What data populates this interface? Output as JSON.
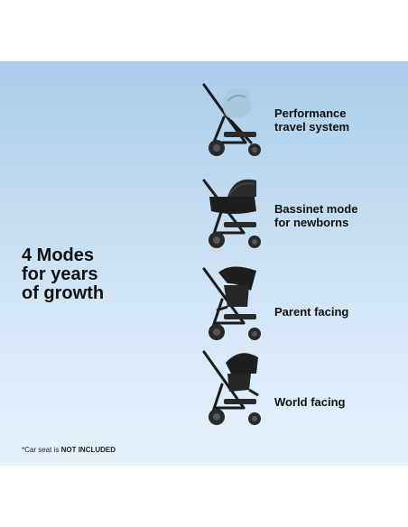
{
  "headline": [
    "4 Modes",
    "for years",
    "of growth"
  ],
  "modes": [
    {
      "lines": [
        "Performance",
        "travel system"
      ],
      "icon": "stroller-car-seat-icon"
    },
    {
      "lines": [
        "Bassinet mode",
        "for newborns"
      ],
      "icon": "stroller-bassinet-icon"
    },
    {
      "lines": [
        "Parent facing"
      ],
      "icon": "stroller-parent-facing-icon"
    },
    {
      "lines": [
        "World facing"
      ],
      "icon": "stroller-world-facing-icon"
    }
  ],
  "footnote": {
    "prefix": "*Car seat is ",
    "emphasis": "NOT INCLUDED"
  },
  "colors": {
    "panel_top": "#a9cdeb",
    "panel_bottom": "#e6f1fb",
    "stroller": "#1b1b1b",
    "car_seat": "#a7c7dd"
  }
}
